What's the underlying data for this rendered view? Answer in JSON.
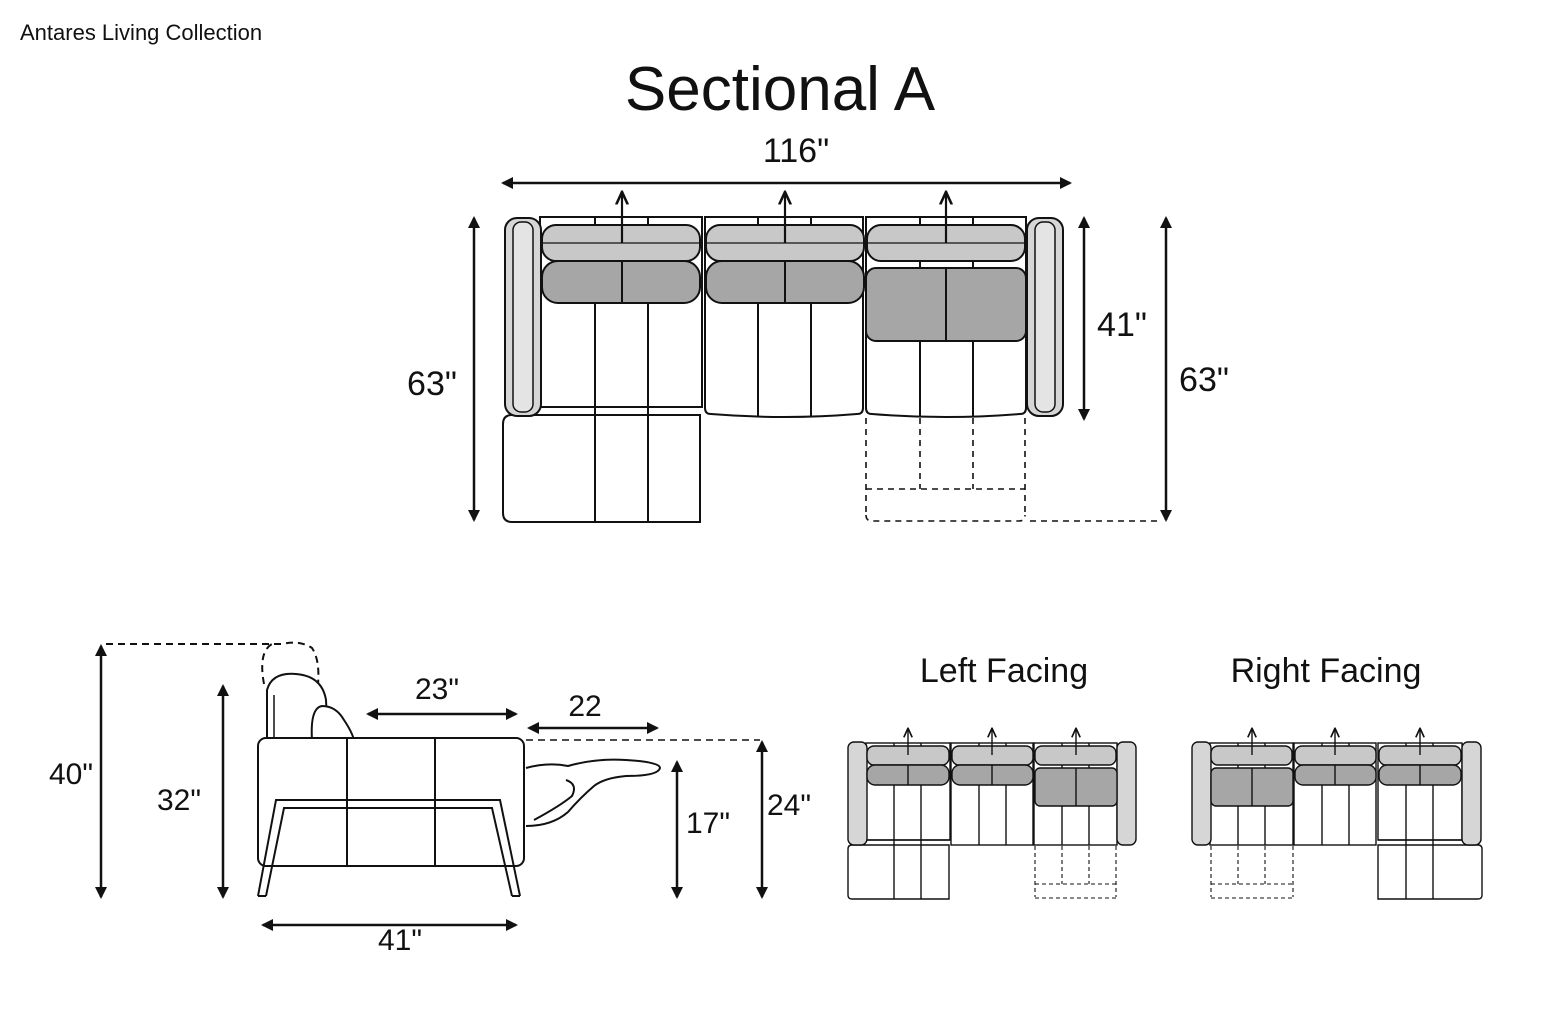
{
  "header": {
    "brand": "Antares Living Collection",
    "title": "Sectional A"
  },
  "top_view": {
    "width_label": "116\"",
    "left_depth_label": "63\"",
    "seat_depth_label": "41\"",
    "right_depth_label": "63\""
  },
  "side_view": {
    "overall_height_label": "40\"",
    "back_height_label": "32\"",
    "seat_depth_label": "23\"",
    "footrest_extension_label": "22",
    "footrest_height_label": "17\"",
    "reclined_height_label": "24\"",
    "depth_label": "41\""
  },
  "configurations": {
    "left_label": "Left Facing",
    "right_label": "Right Facing"
  },
  "colors": {
    "line": "#111111",
    "headrest": "#c8c8c8",
    "cushion": "#a6a6a6",
    "arm": "#d6d6d6"
  }
}
